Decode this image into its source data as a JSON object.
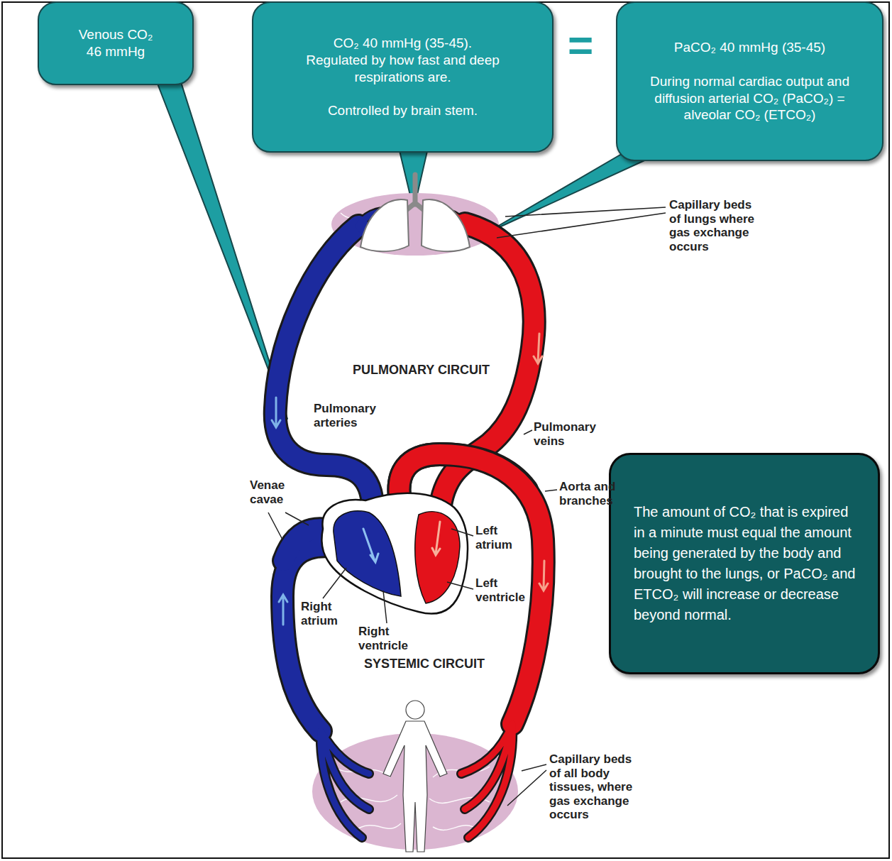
{
  "diagram": {
    "nodes": [
      {
        "text": [
          "Venous CO₂ 46 mmHg"
        ]
      },
      {
        "text": [
          "CO₂ 40 mmHg (35-45).",
          "Regulated by how fast and deep respirations are.",
          "Controlled by brain stem."
        ]
      },
      {
        "text": [
          "PaCO₂ 40 mmHg (35-45)",
          "During normal cardiac output and diffusion arterial CO₂ (PaCO₂) = alveolar CO₂ (ETCO₂)"
        ]
      },
      {
        "text": [
          "The amount of CO₂ that is expired in a minute must equal the amount being generated by the body and brought to the lungs, or PaCO₂ and ETCO₂ will increase or decrease beyond normal."
        ]
      }
    ],
    "labels": [
      "=",
      "Capillary beds of lungs where gas exchange occurs",
      "PULMONARY CIRCUIT",
      "Pulmonary arteries",
      "Pulmonary veins",
      "Venae cavae",
      "Aorta and branches",
      "Left atrium",
      "Right atrium",
      "Left ventricle",
      "Right ventricle",
      "SYSTEMIC CIRCUIT",
      "Capillary beds of all body tissues, where gas exchange occurs"
    ]
  }
}
